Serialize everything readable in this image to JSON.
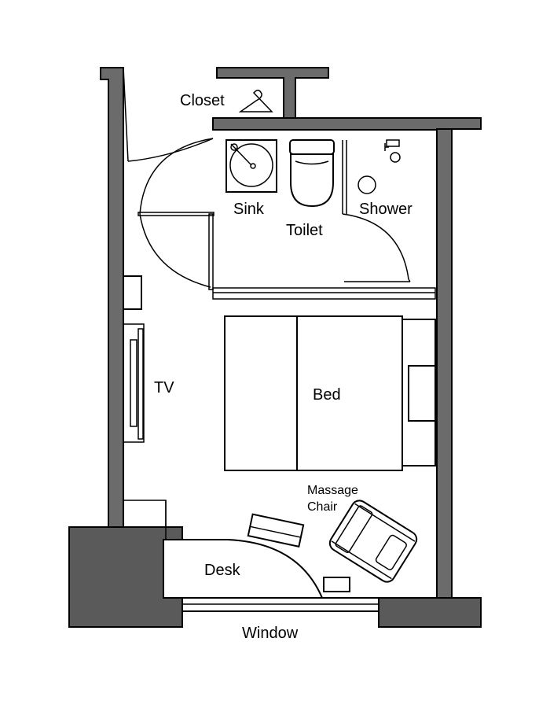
{
  "labels": {
    "closet": "Closet",
    "sink": "Sink",
    "toilet": "Toilet",
    "shower": "Shower",
    "tv": "TV",
    "bed": "Bed",
    "massage_line1": "Massage",
    "massage_line2": "Chair",
    "desk": "Desk",
    "window": "Window"
  },
  "icons": {
    "closet": "hanger-icon"
  },
  "colors": {
    "wall": "#6b6b6b",
    "wall_dark": "#5a5a5a",
    "line": "#000000"
  }
}
